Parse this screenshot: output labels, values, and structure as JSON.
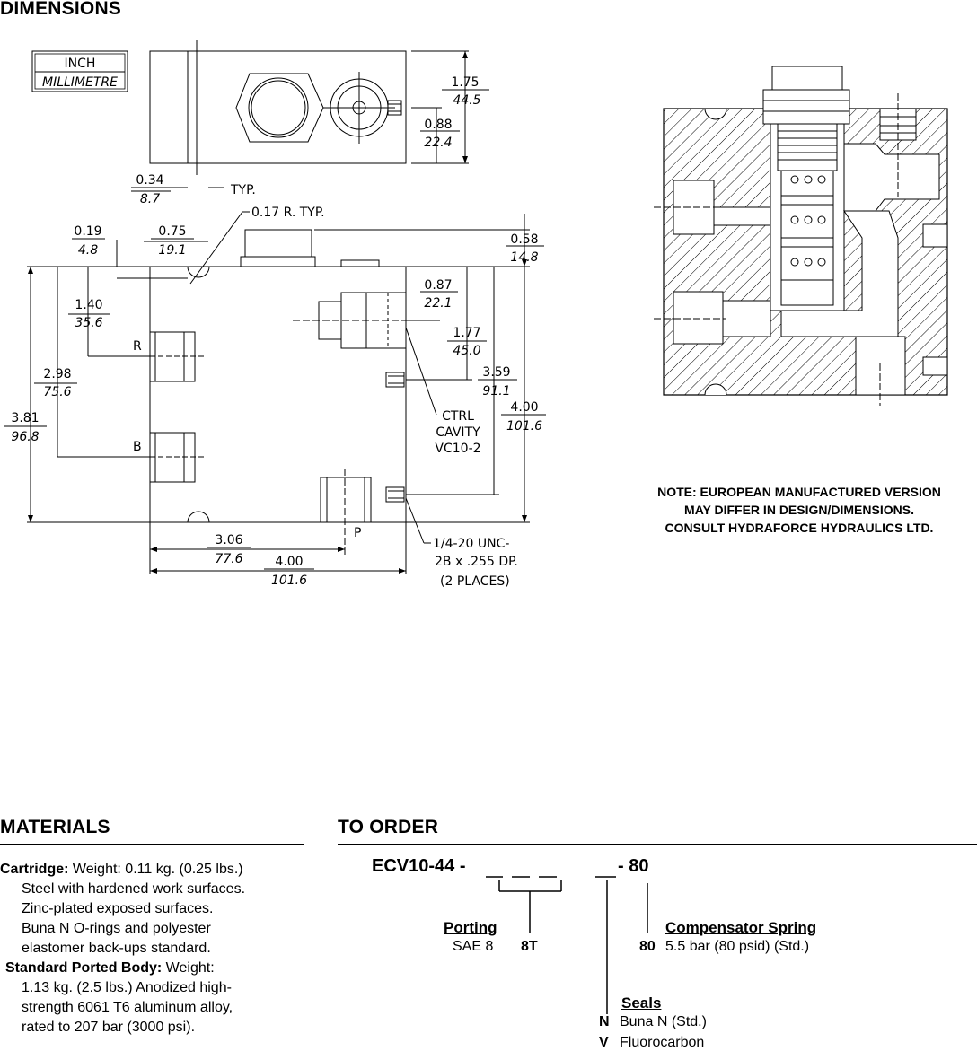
{
  "sections": {
    "dimensions": "DIMENSIONS",
    "materials": "MATERIALS",
    "to_order": "TO ORDER"
  },
  "legend": {
    "inch": "INCH",
    "mm": "MILLIMETRE"
  },
  "dimensions": {
    "d1": [
      "1.75",
      "44.5"
    ],
    "d2": [
      "0.88",
      "22.4"
    ],
    "d3": [
      "0.34",
      "8.7"
    ],
    "typ": "TYP.",
    "radius": "0.17 R. TYP.",
    "d4": [
      "0.19",
      "4.8"
    ],
    "d5": [
      "0.75",
      "19.1"
    ],
    "d6": [
      "0.58",
      "14.8"
    ],
    "d7": [
      "0.87",
      "22.1"
    ],
    "d8": [
      "1.40",
      "35.6"
    ],
    "d9": [
      "1.77",
      "45.0"
    ],
    "d10": [
      "3.59",
      "91.1"
    ],
    "d11": [
      "2.98",
      "75.6"
    ],
    "d12": [
      "4.00",
      "101.6"
    ],
    "d13": [
      "3.81",
      "96.8"
    ],
    "d14": [
      "3.06",
      "77.6"
    ],
    "d15": [
      "4.00",
      "101.6"
    ]
  },
  "ports": {
    "r": "R",
    "b": "B",
    "p": "P"
  },
  "callouts": {
    "ctrl": [
      "CTRL",
      "CAVITY",
      "VC10-2"
    ],
    "thread": [
      "1/4-20 UNC-",
      "2B x .255 DP.",
      "(2 PLACES)"
    ]
  },
  "note": [
    "NOTE: EUROPEAN MANUFACTURED VERSION",
    "MAY DIFFER IN DESIGN/DIMENSIONS.",
    "CONSULT HYDRAFORCE HYDRAULICS LTD."
  ],
  "materials": {
    "cartridge_label": "Cartridge:",
    "cartridge_first": " Weight: 0.11 kg. (0.25 lbs.)",
    "cartridge_lines": [
      "Steel with hardened work surfaces.",
      "Zinc-plated exposed surfaces.",
      "Buna N O-rings and polyester",
      "elastomer back-ups standard."
    ],
    "body_label": "Standard Ported Body:",
    "body_first": " Weight:",
    "body_lines": [
      "1.13 kg. (2.5 lbs.) Anodized high-",
      "strength 6061 T6 aluminum alloy,",
      "rated to 207 bar (3000 psi)."
    ]
  },
  "order": {
    "prefix": "ECV10-44 -",
    "suffix": "- 80",
    "porting_label": "Porting",
    "porting_value": "SAE 8",
    "porting_code": "8T",
    "spring_label": "Compensator Spring",
    "spring_code": "80",
    "spring_value": "5.5 bar (80 psid) (Std.)",
    "seals_label": "Seals",
    "seals": [
      {
        "code": "N",
        "value": "Buna N (Std.)"
      },
      {
        "code": "V",
        "value": "Fluorocarbon"
      }
    ]
  }
}
